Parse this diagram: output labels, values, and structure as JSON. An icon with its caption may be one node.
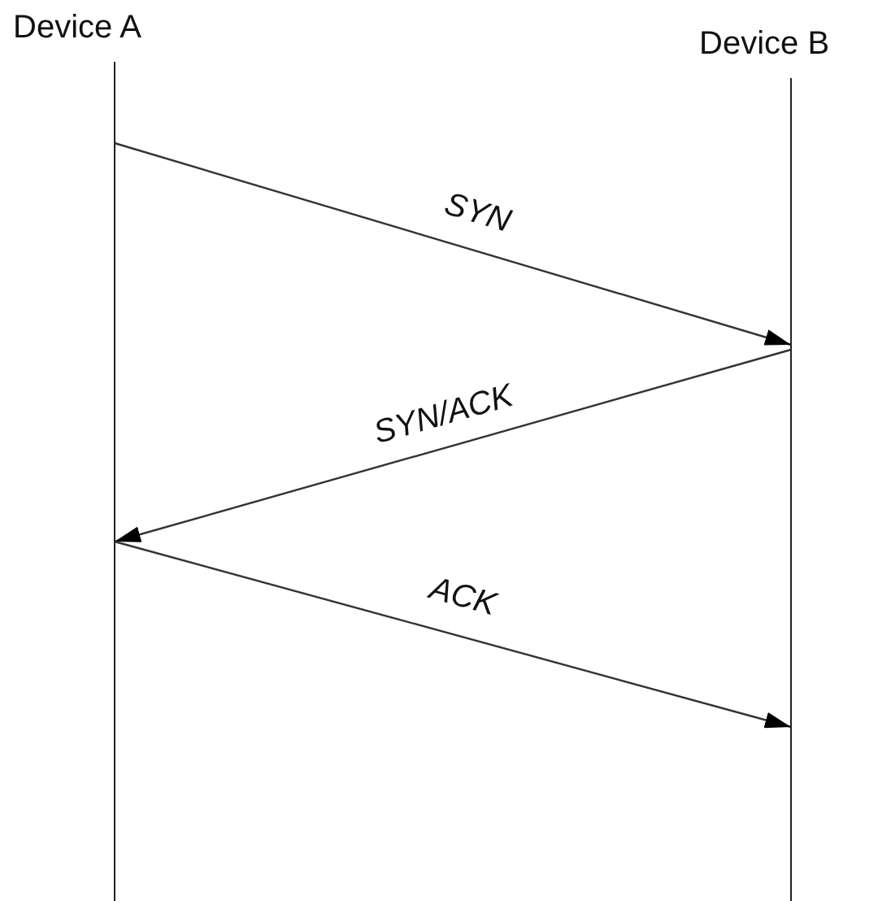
{
  "diagram": {
    "nodes": [
      {
        "text": [
          "Device A"
        ]
      },
      {
        "text": [
          "Device B"
        ]
      }
    ],
    "edges": [
      {
        "from": 0,
        "to": 1,
        "arrow": "to",
        "label": "SYN"
      },
      {
        "from": 1,
        "to": 0,
        "arrow": "to",
        "label": "SYN/ACK"
      },
      {
        "from": 0,
        "to": 1,
        "arrow": "to",
        "label": "ACK"
      }
    ]
  }
}
